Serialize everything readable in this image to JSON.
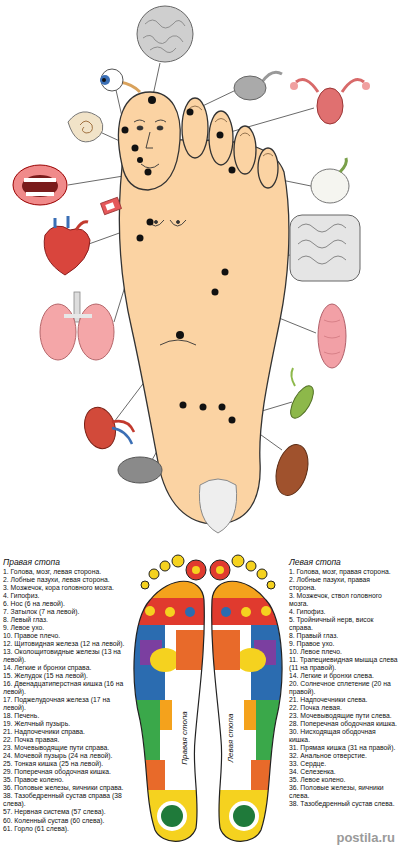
{
  "diagram": {
    "labels": [
      "Правая стопа",
      "1. Голова, мозг, левая сторона.",
      "2. Лобные пазухи, левая сторона.",
      "3. Мозжечок, кора головного мозга.",
      "4. Гипофиз.",
      "6. Нос (6 на левой).",
      "7. Затылок (7 на левой).",
      "8. Левый глаз.",
      "9. Левое ухо.",
      "10. Правое плечо.",
      "12. Щитовидная железа (12 на левой).",
      "13. Околощитовидные железы (13 на левой).",
      "14. Легкие и бронхи справа.",
      "15. Желудок (15 на левой).",
      "16. Двенадцатиперстная кишка (16 на левой).",
      "17. Поджелудочная железа (17 на левой).",
      "18. Печень.",
      "19. Желчный пузырь.",
      "21. Надпочечники справа.",
      "22. Почка правая.",
      "23. Мочевыводящие пути справа.",
      "24. Мочевой пузырь (24 на левой).",
      "25. Тонкая кишка (25 на левой).",
      "29. Поперечная ободочная кишка.",
      "35. Правое колено.",
      "36. Половые железы, яичники справа.",
      "38. Тазобедренный сустав справа (38 слева).",
      "57. Нервная система (57 слева).",
      "60. Коленный сустав (60 слева).",
      "61. Горло (61 слева).",
      "Левая стопа",
      "1. Голова, мозг, правая сторона.",
      "2. Лобные пазухи, правая сторона.",
      "3. Мозжечок, ствол головного мозга.",
      "4. Гипофиз.",
      "5. Тройничный нерв, висок справа.",
      "8. Правый глаз.",
      "9. Правое ухо.",
      "10. Левое плечо.",
      "11. Трапециевидная мышца слева (11 на правой).",
      "14. Легкие и бронхи слева.",
      "20. Солнечное сплетение (20 на правой).",
      "21. Надпочечники слева.",
      "22. Почка левая.",
      "23. Мочевыводящие пути слева.",
      "28. Поперечная ободочная кишка.",
      "30. Нисходящая ободочная кишка.",
      "31. Прямая кишка (31 на правой).",
      "32. Анальное отверстие.",
      "33. Сердце.",
      "34. Селезенка.",
      "35. Левое колено.",
      "36. Половые железы, яичники слева.",
      "38. Тазобедренный сустав слева.",
      "Правая стопа",
      "Левая стопа",
      "postila.ru"
    ]
  }
}
